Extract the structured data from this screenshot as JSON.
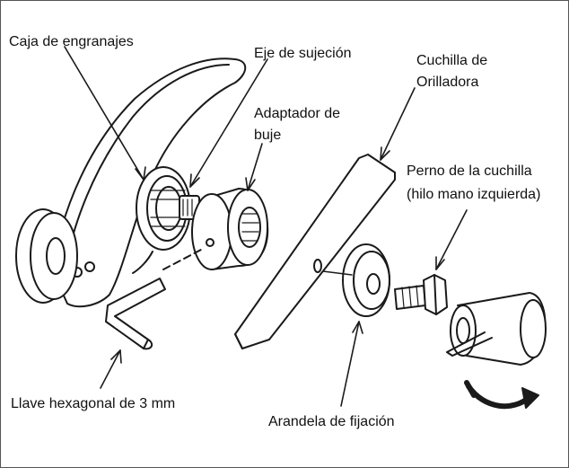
{
  "labels": {
    "gearbox": "Caja de engranajes",
    "holding_shaft": "Eje de sujeción",
    "hub_adapter_1": "Adaptador de",
    "hub_adapter_2": "buje",
    "blade_1": "Cuchilla de",
    "blade_2": "Orilladora",
    "bolt_1": "Perno de la cuchilla",
    "bolt_2": "(hilo mano izquierda)",
    "hex_key": "Llave hexagonal de 3 mm",
    "washer": "Arandela de fijación"
  },
  "colors": {
    "line": "#1a1a1a",
    "background": "#ffffff"
  }
}
